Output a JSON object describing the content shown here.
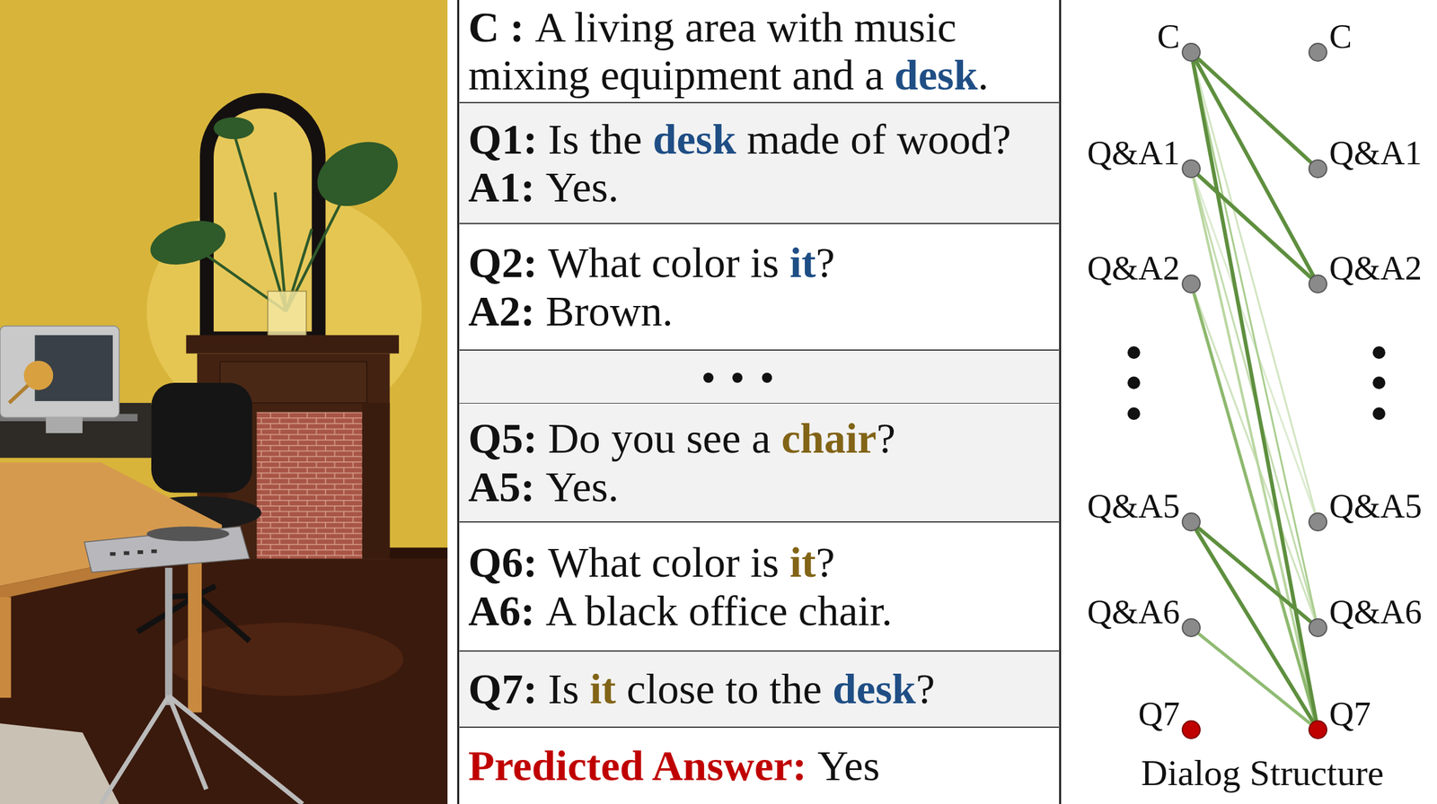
{
  "diagram": {
    "nodes": [
      {
        "text": [
          "C :",
          "A living area with music mixing equipment and a desk."
        ]
      },
      {
        "text": [
          "Q1:",
          "Is the desk made of wood?",
          "A1:",
          "Yes."
        ]
      },
      {
        "text": [
          "Q2:",
          "What color is it?",
          "A2:",
          "Brown."
        ]
      },
      {
        "text": [
          "Q5:",
          "Do you see a chair?",
          "A5:",
          "Yes."
        ]
      },
      {
        "text": [
          "Q6:",
          "What color is it?",
          "A6:",
          "A black office chair."
        ]
      },
      {
        "text": [
          "Q7:",
          "Is it close to the desk?"
        ]
      },
      {
        "text": [
          "Predicted Answer:",
          "Yes"
        ]
      },
      {
        "text": [
          "C"
        ]
      },
      {
        "text": [
          "Q&A1"
        ]
      },
      {
        "text": [
          "Q&A2"
        ]
      },
      {
        "text": [
          "Q&A5"
        ]
      },
      {
        "text": [
          "Q&A6"
        ]
      },
      {
        "text": [
          "Q7"
        ]
      },
      {
        "text": [
          "C"
        ]
      },
      {
        "text": [
          "Q&A1"
        ]
      },
      {
        "text": [
          "Q&A2"
        ]
      },
      {
        "text": [
          "Q&A5"
        ]
      },
      {
        "text": [
          "Q&A6"
        ]
      },
      {
        "text": [
          "Q7"
        ]
      }
    ],
    "edges": [
      {
        "from": 8,
        "to": 16,
        "arrow": "none"
      },
      {
        "from": 7,
        "to": 16,
        "arrow": "none"
      },
      {
        "from": 9,
        "to": 17,
        "arrow": "none"
      },
      {
        "from": 8,
        "to": 17,
        "arrow": "none"
      },
      {
        "from": 7,
        "to": 17,
        "arrow": "none"
      },
      {
        "from": 8,
        "to": 18,
        "arrow": "none"
      },
      {
        "from": 9,
        "to": 18,
        "arrow": "none"
      },
      {
        "from": 11,
        "to": 18,
        "arrow": "none"
      },
      {
        "from": 7,
        "to": 14,
        "arrow": "none"
      },
      {
        "from": 7,
        "to": 15,
        "arrow": "none"
      },
      {
        "from": 7,
        "to": 18,
        "arrow": "none"
      },
      {
        "from": 8,
        "to": 15,
        "arrow": "none"
      },
      {
        "from": 10,
        "to": 17,
        "arrow": "none"
      },
      {
        "from": 10,
        "to": 18,
        "arrow": "none"
      }
    ],
    "labels": [
      "Dialog Structure"
    ]
  }
}
